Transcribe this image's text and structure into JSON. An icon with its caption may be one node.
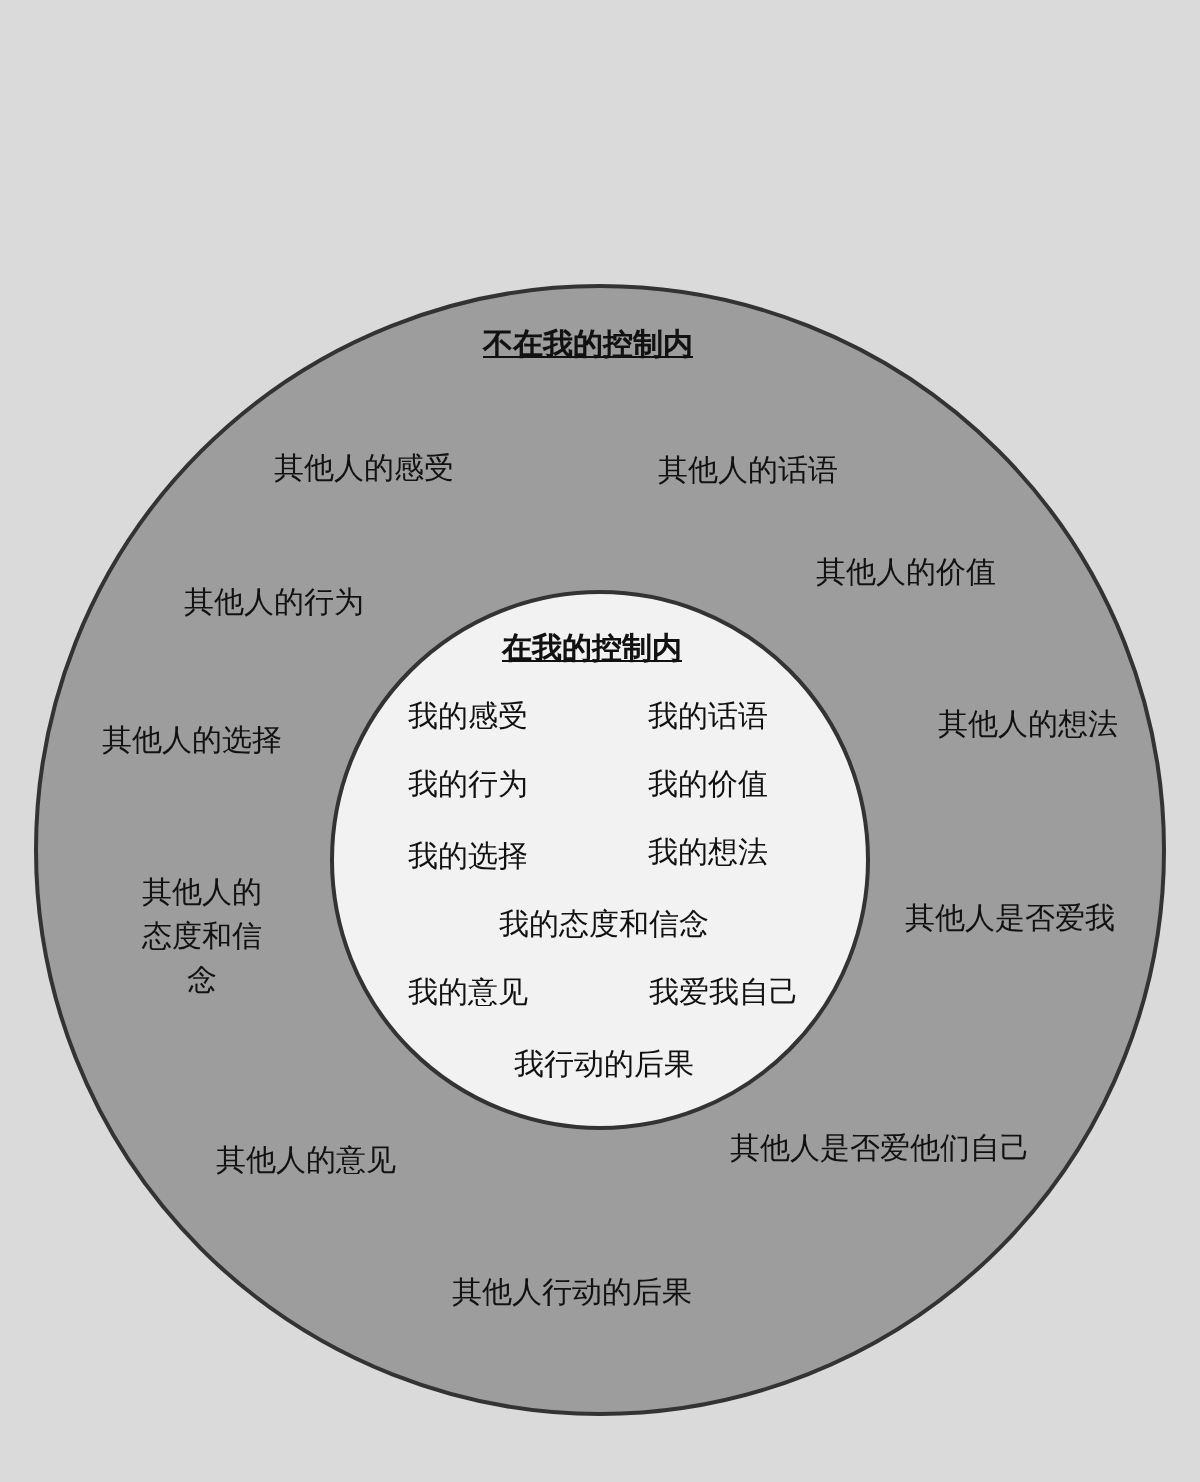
{
  "diagram": {
    "nodes": [
      {
        "text": [
          "不在我的控制内",
          "其他人的感受",
          "其他人的话语",
          "其他人的行为",
          "其他人的价值",
          "其他人的选择",
          "其他人的想法",
          "其他人的态度和信念",
          "其他人是否爱我",
          "其他人的意见",
          "其他人是否爱他们自己",
          "其他人行动的后果"
        ]
      },
      {
        "text": [
          "在我的控制内",
          "我的感受",
          "我的话语",
          "我的行为",
          "我的价值",
          "我的选择",
          "我的想法",
          "我的态度和信念",
          "我的意见",
          "我爱我自己",
          "我行动的后果"
        ],
        "in": 0
      }
    ]
  }
}
